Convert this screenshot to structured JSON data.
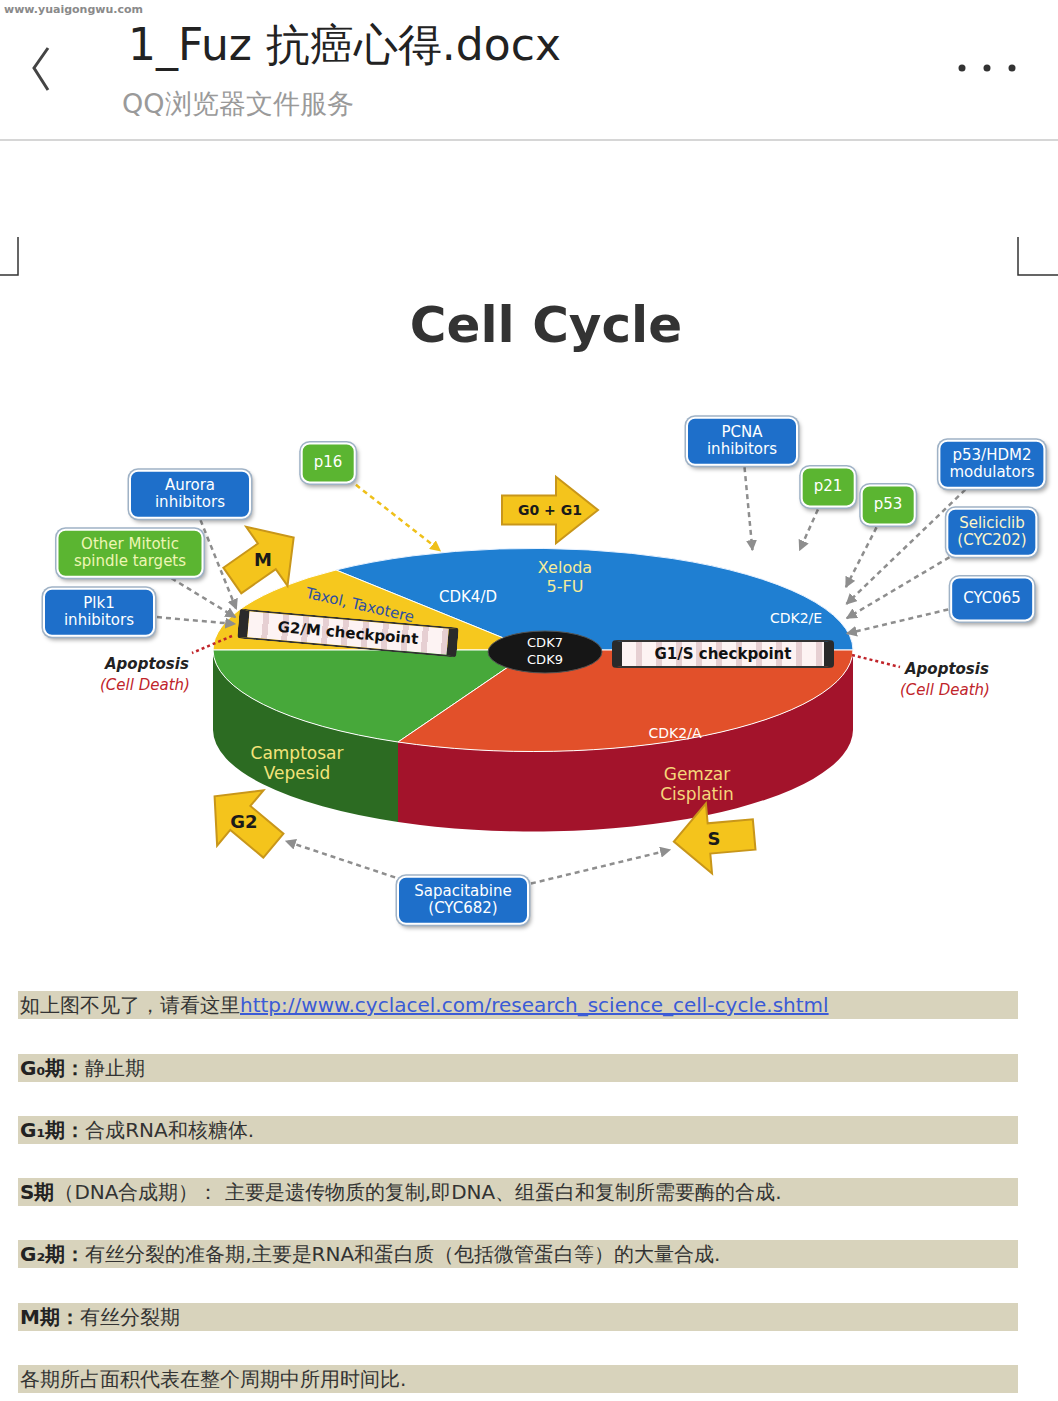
{
  "diagram": {
    "title": "Cell Cycle",
    "nodes": [
      {
        "text": [
          "Aurora inhibitors"
        ]
      },
      {
        "text": [
          "Other Mitotic spindle targets"
        ]
      },
      {
        "text": [
          "Plk1 inhibitors"
        ]
      },
      {
        "text": [
          "p16"
        ]
      },
      {
        "text": [
          "PCNA inhibitors"
        ]
      },
      {
        "text": [
          "p21"
        ]
      },
      {
        "text": [
          "p53"
        ]
      },
      {
        "text": [
          "p53/HDM2 modulators"
        ]
      },
      {
        "text": [
          "Seliciclib (CYC202)"
        ]
      },
      {
        "text": [
          "CYC065"
        ]
      },
      {
        "text": [
          "M"
        ]
      },
      {
        "text": [
          "G0 + G1"
        ]
      },
      {
        "text": [
          "G2"
        ]
      },
      {
        "text": [
          "S"
        ]
      },
      {
        "text": [
          "Sapacitabine (CYC682)"
        ]
      },
      {
        "text": [
          "CDK4/D",
          "Xeloda 5-FU",
          "CDK2/E"
        ]
      },
      {
        "text": [
          "Taxol, Taxotere"
        ]
      },
      {
        "text": [
          "Camptosar Vepesid"
        ]
      },
      {
        "text": [
          "CDK2/A",
          "Gemzar Cisplatin"
        ]
      },
      {
        "text": [
          "CDK7 CDK9"
        ]
      },
      {
        "text": [
          "G2/M checkpoint"
        ]
      },
      {
        "text": [
          "G1/S checkpoint"
        ]
      },
      {
        "text": [
          "如上图不见了，请看这里",
          "http://www.cyclacel.com/research_science_cell-cycle.shtml"
        ]
      },
      {
        "text": [
          "G₀期：",
          "静止期"
        ]
      },
      {
        "text": [
          "G₁期：",
          "合成RNA和核糖体."
        ]
      },
      {
        "text": [
          "S期",
          "（DNA合成期）： 主要是遗传物质的复制,即DNA、组蛋白和复制所需要酶的合成."
        ]
      },
      {
        "text": [
          "G₂期：",
          "有丝分裂的准备期,主要是RNA和蛋白质（包括微管蛋白等）的大量合成."
        ]
      },
      {
        "text": [
          "M期：",
          "有丝分裂期"
        ]
      },
      {
        "text": [
          "各期所占面积代表在整个周期中所用时间比."
        ]
      }
    ],
    "edges": [
      {
        "from": 0,
        "to": 20,
        "arrow": "to"
      },
      {
        "from": 1,
        "to": 20,
        "arrow": "to"
      },
      {
        "from": 2,
        "to": 20,
        "arrow": "to"
      },
      {
        "from": 3,
        "to": 15,
        "arrow": "to"
      },
      {
        "from": 4,
        "to": 15,
        "arrow": "to"
      },
      {
        "from": 5,
        "to": 15,
        "arrow": "to"
      },
      {
        "from": 6,
        "to": 15,
        "arrow": "to"
      },
      {
        "from": 7,
        "to": 15,
        "arrow": "to"
      },
      {
        "from": 8,
        "to": 15,
        "arrow": "to"
      },
      {
        "from": 9,
        "to": 15,
        "arrow": "to"
      },
      {
        "from": 14,
        "to": 12,
        "arrow": "to"
      },
      {
        "from": 14,
        "to": 13,
        "arrow": "to"
      }
    ],
    "labels": [
      "www.yuaigongwu.com",
      "1_Fuz 抗癌心得.docx",
      "QQ浏览器文件服务",
      "Apoptosis",
      "(Cell Death)",
      "Apoptosis",
      "(Cell Death)"
    ]
  }
}
